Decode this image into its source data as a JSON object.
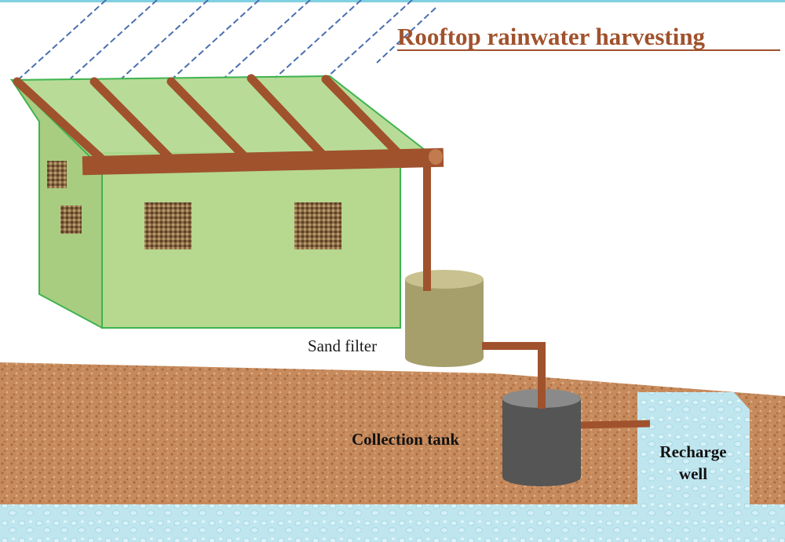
{
  "title": "Rooftop rainwater harvesting",
  "labels": {
    "sand_filter": "Sand filter",
    "collection_tank": "Collection tank",
    "recharge_well_line1": "Recharge",
    "recharge_well_line2": "well"
  },
  "colors": {
    "title": "#a0522d",
    "pipe": "#a0522d",
    "house_wall": "#b6d88f",
    "roof": "#b2d98f",
    "soil": "#c68a5c",
    "water": "#bfe6ef",
    "sand_filter": "#a79f6b",
    "collection_tank": "#555555",
    "rain": "#4a6fb0"
  }
}
